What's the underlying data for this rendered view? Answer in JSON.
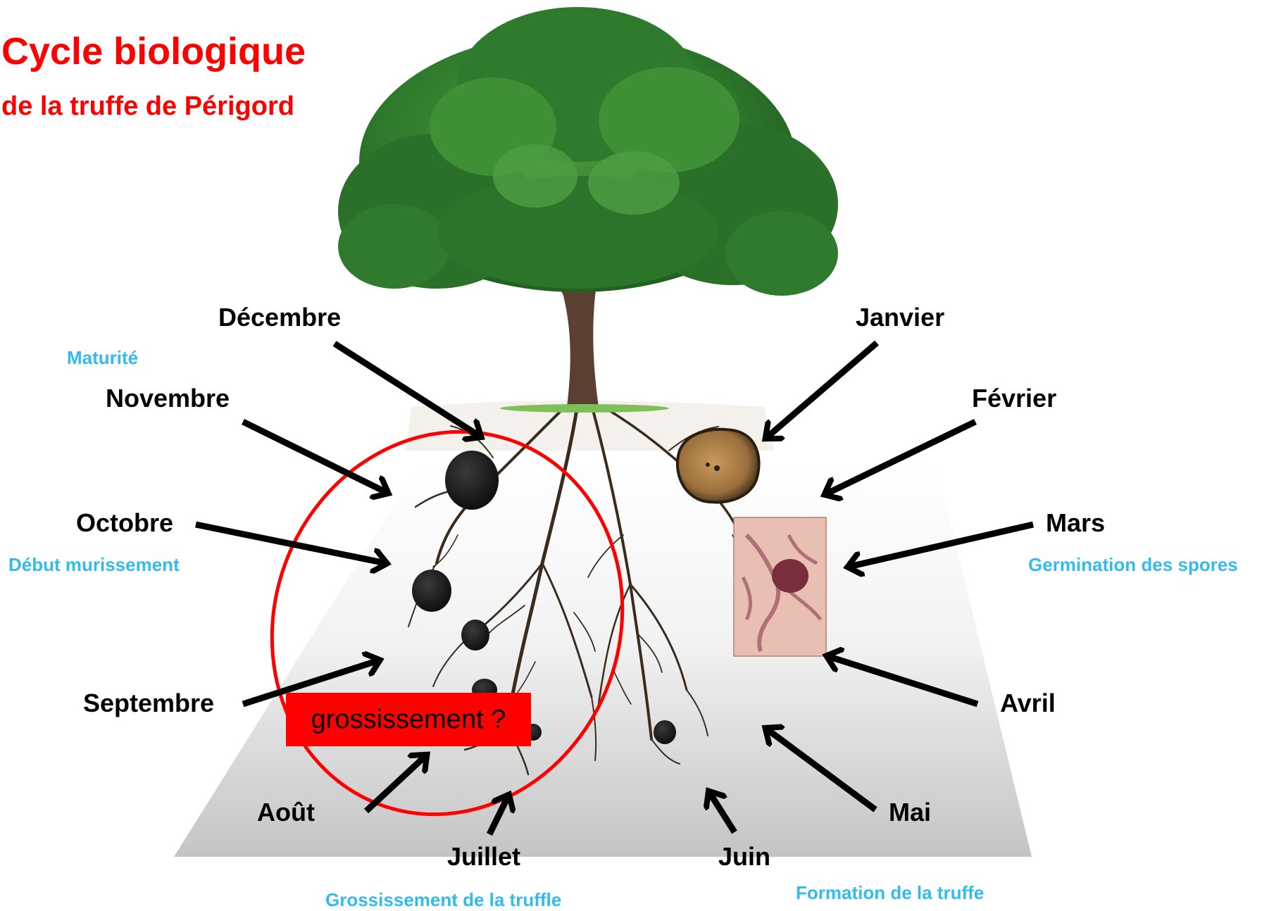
{
  "title": {
    "line1": "Cycle biologique",
    "line2": "de la truffe de Périgord"
  },
  "months": {
    "decembre": "Décembre",
    "janvier": "Janvier",
    "novembre": "Novembre",
    "fevrier": "Février",
    "octobre": "Octobre",
    "mars": "Mars",
    "septembre": "Septembre",
    "avril": "Avril",
    "aout": "Août",
    "juillet": "Juillet",
    "juin": "Juin",
    "mai": "Mai"
  },
  "stages": {
    "maturite": "Maturité",
    "debut_murissement": "Début murissement",
    "germination": "Germination des spores",
    "grossissement": "Grossissement de la truffle",
    "formation": "Formation de la truffe"
  },
  "highlight_box": "grossissement ?",
  "colors": {
    "title": "#ff0000",
    "stage_labels": "#33bbee",
    "month_labels": "#000000",
    "ellipse": "#ff0000",
    "highlight_box": "#ff0000"
  }
}
